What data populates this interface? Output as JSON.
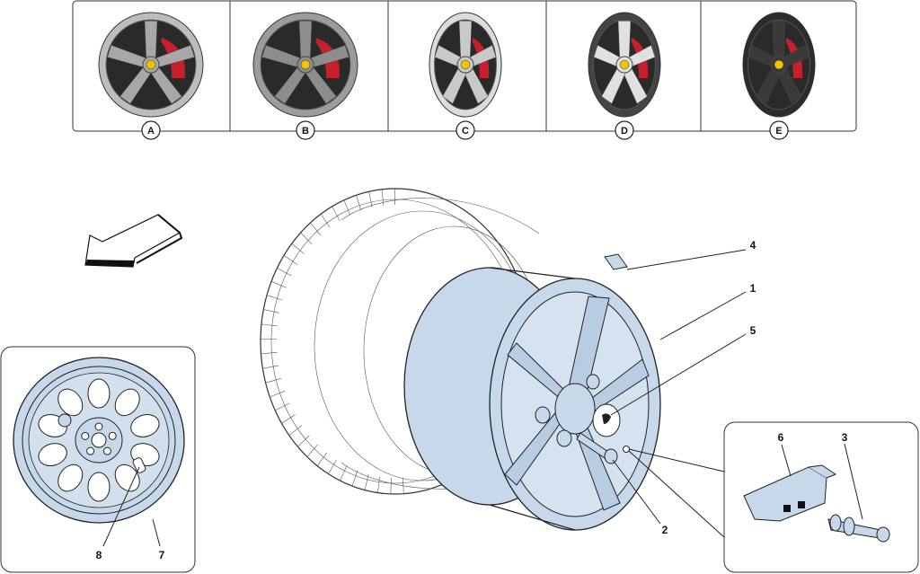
{
  "variants": [
    {
      "label": "A",
      "spoke_color": "#a8a8a8",
      "rim_color": "#bdbdbd",
      "caliper": "#c8202a"
    },
    {
      "label": "B",
      "spoke_color": "#8d8d8d",
      "rim_color": "#9c9c9c",
      "caliper": "#c8202a"
    },
    {
      "label": "C",
      "spoke_color": "#c9c9c9",
      "rim_color": "#dcdcdc",
      "caliper": "#c8202a"
    },
    {
      "label": "D",
      "spoke_color": "#e0e0e0",
      "rim_color": "#444444",
      "caliper": "#c8202a"
    },
    {
      "label": "E",
      "spoke_color": "#3a3a3a",
      "rim_color": "#2c2c2c",
      "caliper": "#c8202a"
    }
  ],
  "callouts": {
    "c1": "1",
    "c2": "2",
    "c3": "3",
    "c4": "4",
    "c5": "5",
    "c6": "6",
    "c7": "7",
    "c8": "8"
  },
  "colors": {
    "part_fill": "#c7d8ea",
    "badge": "#f2c400",
    "line": "#222222"
  }
}
